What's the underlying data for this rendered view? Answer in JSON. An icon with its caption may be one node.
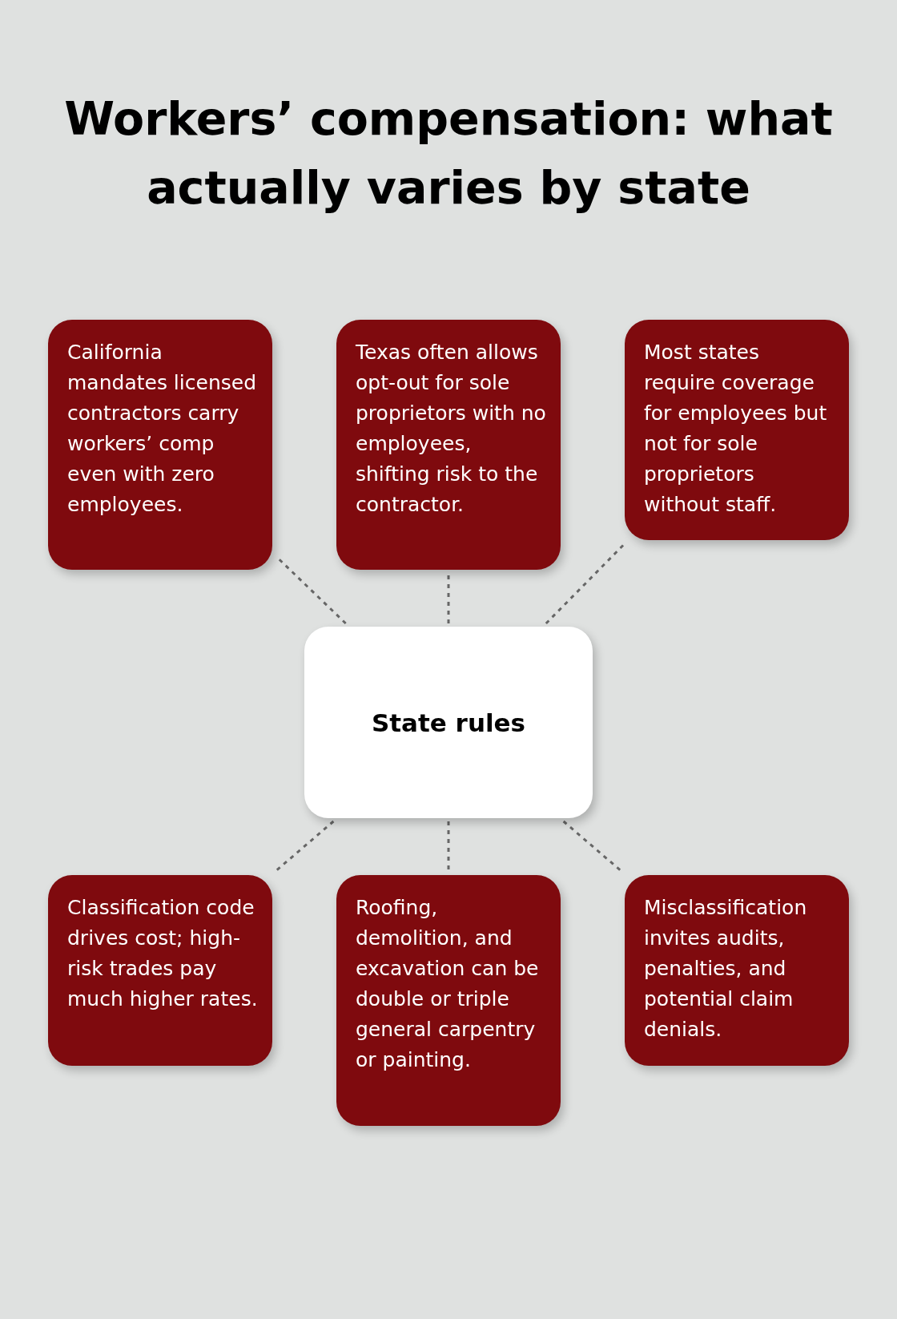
{
  "diagram": {
    "title": "Workers’ compensation: what actually varies by state",
    "nodes": [
      {
        "text": [
          "California mandates licensed contractors carry workers’ comp even with zero employees."
        ]
      },
      {
        "text": [
          "Texas often allows opt-out for sole proprietors with no employees, shifting risk to the contractor."
        ]
      },
      {
        "text": [
          "Most states require coverage for employees but not for sole proprietors without staff."
        ]
      },
      {
        "text": [
          "State rules"
        ]
      },
      {
        "text": [
          "Classification code drives cost; high-risk trades pay much higher rates."
        ]
      },
      {
        "text": [
          "Roofing, demolition, and excavation can be double or triple general carpentry or painting."
        ]
      },
      {
        "text": [
          "Misclassification invites audits, penalties, and potential claim denials."
        ]
      }
    ],
    "edges": [
      {
        "from": 3,
        "to": 0,
        "arrow": "none",
        "style": "dashed"
      },
      {
        "from": 3,
        "to": 1,
        "arrow": "none",
        "style": "dashed"
      },
      {
        "from": 3,
        "to": 2,
        "arrow": "none",
        "style": "dashed"
      },
      {
        "from": 3,
        "to": 4,
        "arrow": "none",
        "style": "dashed"
      },
      {
        "from": 3,
        "to": 5,
        "arrow": "none",
        "style": "dashed"
      },
      {
        "from": 3,
        "to": 6,
        "arrow": "none",
        "style": "dashed"
      }
    ]
  }
}
